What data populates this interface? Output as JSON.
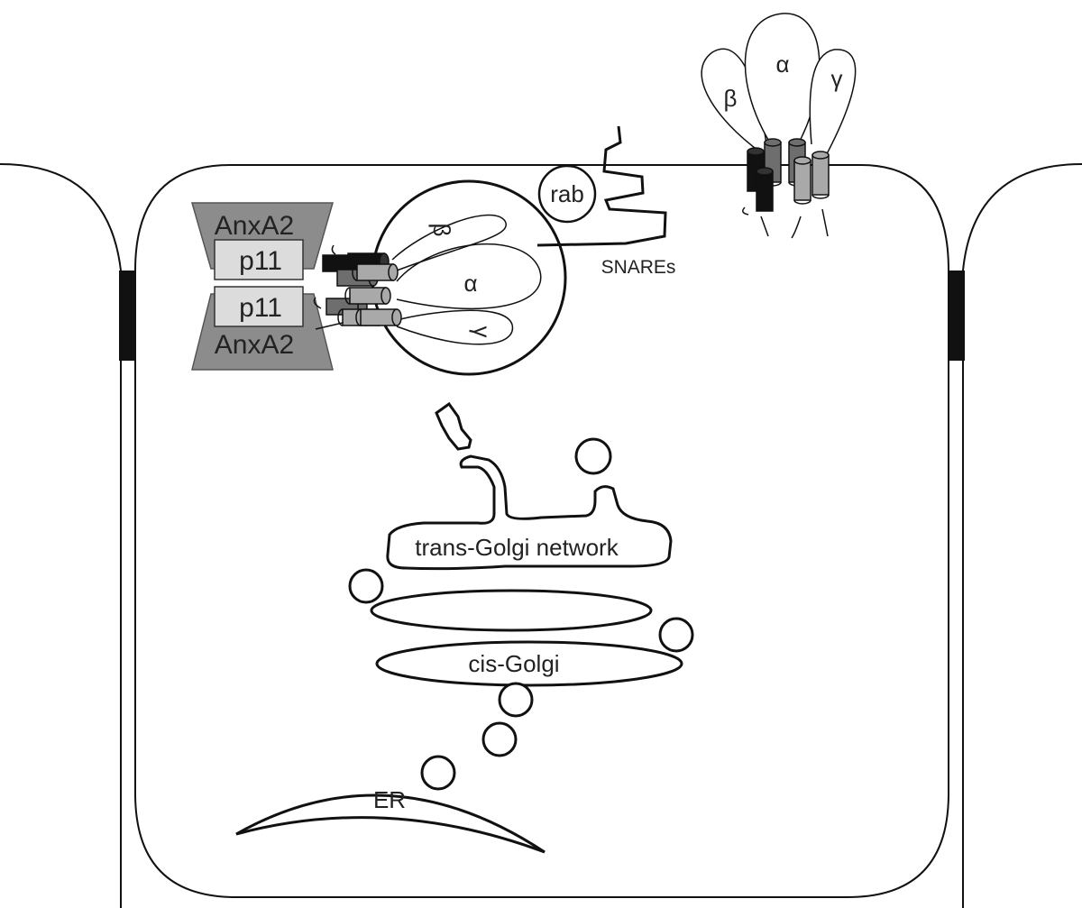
{
  "labels": {
    "anxa2_top": "AnxA2",
    "p11_top": "p11",
    "p11_bottom": "p11",
    "anxa2_bottom": "AnxA2",
    "vesicle_beta": "β",
    "vesicle_alpha": "α",
    "vesicle_gamma": "γ",
    "rab": "rab",
    "snares": "SNAREs",
    "membrane_beta": "β",
    "membrane_alpha": "α",
    "membrane_gamma": "γ",
    "trans_golgi": "trans-Golgi network",
    "cis_golgi": "cis-Golgi",
    "er": "ER"
  },
  "colors": {
    "outline": "#111111",
    "annexin_fill": "#8c8c8c",
    "p11_fill": "#dcdcdc",
    "helix_black": "#111111",
    "helix_dark_gray": "#6e6e6e",
    "helix_gray": "#a9a9a9",
    "tight_junction": "#111111"
  }
}
